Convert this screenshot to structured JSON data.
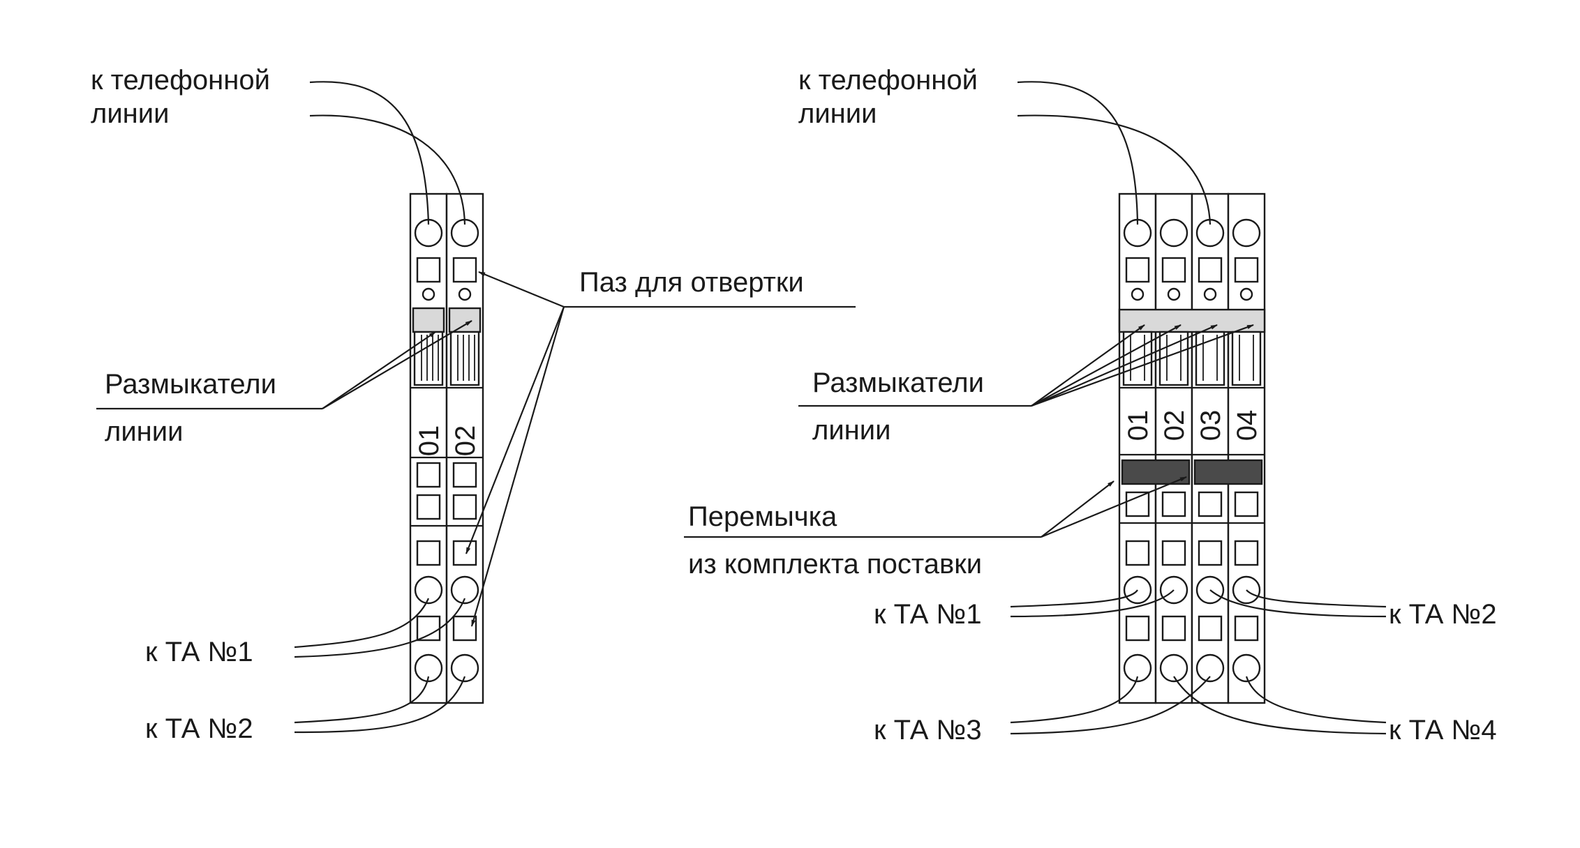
{
  "colors": {
    "stroke": "#1a1a1a",
    "background": "#ffffff",
    "breaker_fill": "#d9d9d9",
    "jumper_fill": "#4a4a4a"
  },
  "left": {
    "label_phone_line_1": "к телефонной",
    "label_phone_line_2": "линии",
    "label_slot": "Паз для отвертки",
    "label_breakers_1": "Размыкатели",
    "label_breakers_2": "линии",
    "label_ta1": "к ТА №1",
    "label_ta2": "к ТА №2",
    "module_numbers": [
      "01",
      "02"
    ]
  },
  "right": {
    "label_phone_line_1": "к телефонной",
    "label_phone_line_2": "линии",
    "label_breakers_1": "Размыкатели",
    "label_breakers_2": "линии",
    "label_jumper_1": "Перемычка",
    "label_jumper_2": "из комплекта поставки",
    "label_ta1": "к ТА №1",
    "label_ta2": "к ТА №2",
    "label_ta3": "к ТА №3",
    "label_ta4": "к ТА №4",
    "module_numbers": [
      "01",
      "02",
      "03",
      "04"
    ]
  }
}
